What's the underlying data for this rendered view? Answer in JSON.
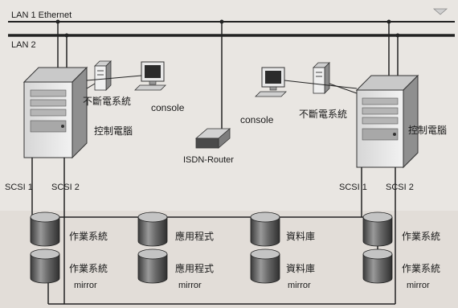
{
  "networks": {
    "lan1": "LAN 1 Ethernet",
    "lan2": "LAN 2"
  },
  "left_site": {
    "ups_label": "不斷電系統",
    "console_label": "console",
    "server_label": "控制電腦",
    "scsi1_label": "SCSI 1",
    "scsi2_label": "SCSI 2"
  },
  "right_site": {
    "console_label": "console",
    "ups_label": "不斷電系統",
    "server_label": "控制電腦",
    "scsi1_label": "SCSI 1",
    "scsi2_label": "SCSI 2"
  },
  "router": {
    "label": "ISDN-Router"
  },
  "storage": {
    "columns": [
      {
        "primary": "作業系統",
        "mirror_title": "作業系統",
        "mirror_tag": "mirror"
      },
      {
        "primary": "應用程式",
        "mirror_title": "應用程式",
        "mirror_tag": "mirror"
      },
      {
        "primary": "資料庫",
        "mirror_title": "資料庫",
        "mirror_tag": "mirror"
      },
      {
        "primary": "作業系統",
        "mirror_title": "作業系統",
        "mirror_tag": "mirror"
      }
    ]
  }
}
